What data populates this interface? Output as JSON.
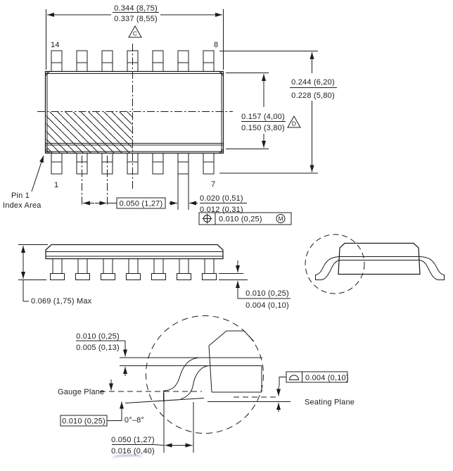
{
  "top": {
    "width_u": "0.344 (8,75)",
    "width_l": "0.337 (8,55)",
    "flag_c": "C",
    "flag_d": "D",
    "pin14": "14",
    "pin8": "8",
    "pin1": "1",
    "pin7": "7",
    "span_u": "0.244 (6,20)",
    "span_l": "0.228 (5,80)",
    "body_u": "0.157 (4,00)",
    "body_l": "0.150 (3,80)",
    "pitch": "0.050 (1,27)",
    "leadw_u": "0.020 (0,51)",
    "leadw_l": "0.012 (0,31)",
    "pos_val": "0.010 (0,25)",
    "pos_mod": "M",
    "pin1_l1": "Pin 1",
    "pin1_l2": "Index Area"
  },
  "side": {
    "height": "0.069 (1,75) Max",
    "standoff_u": "0.010 (0,25)",
    "standoff_l": "0.004 (0,10)"
  },
  "detail": {
    "thick_u": "0.010 (0,25)",
    "thick_l": "0.005 (0,13)",
    "gauge_label": "Gauge Plane",
    "gauge_dim": "0.010 (0,25)",
    "angle": "0°–8°",
    "foot_u": "0.050 (1,27)",
    "foot_l": "0.016 (0,40)",
    "flat_val": "0.004 (0,10)",
    "seating_label": "Seating Plane"
  }
}
